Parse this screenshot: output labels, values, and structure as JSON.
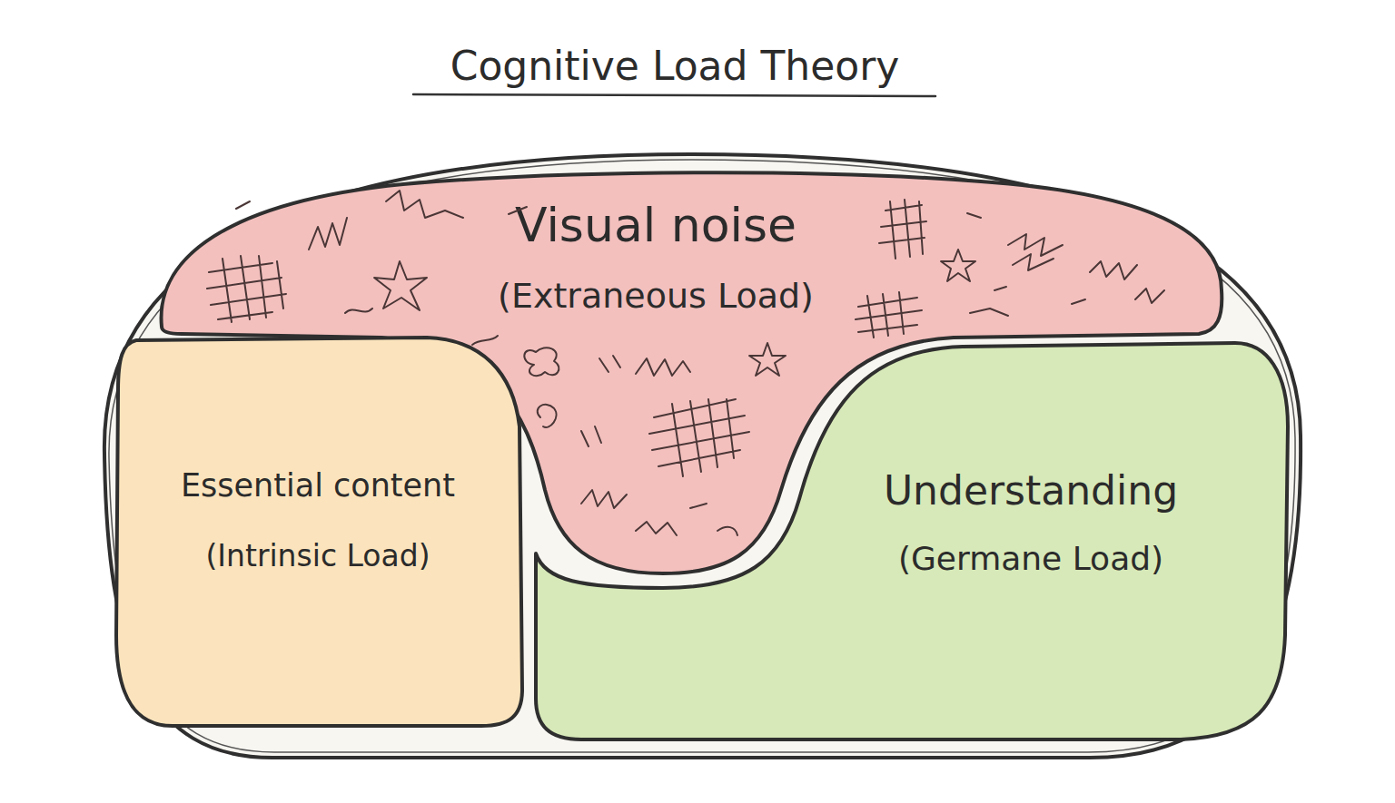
{
  "diagram": {
    "title": "Cognitive Load Theory",
    "nodes": [
      {
        "text": [
          "Visual noise",
          "(Extraneous Load)"
        ]
      },
      {
        "text": [
          "Essential content",
          "(Intrinsic Load)"
        ]
      },
      {
        "text": [
          "Understanding",
          "(Germane Load)"
        ]
      }
    ]
  }
}
